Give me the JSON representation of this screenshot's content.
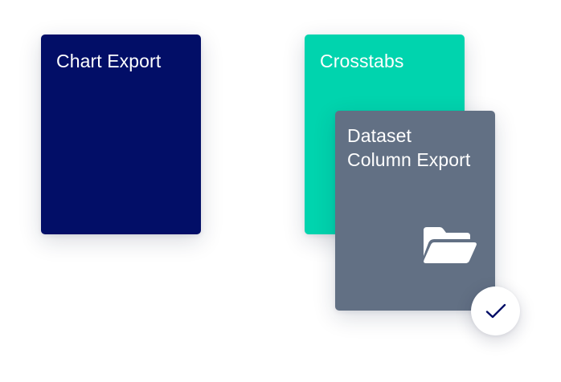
{
  "cards": [
    {
      "id": "chart-export",
      "title": "Chart Export",
      "color": "#020e67"
    },
    {
      "id": "crosstabs",
      "title": "Crosstabs",
      "color": "#00d4ae"
    },
    {
      "id": "dataset-column-export",
      "title_line1": "Dataset",
      "title_line2": "Column Export",
      "color": "#627084",
      "icon": "folder-open-icon"
    }
  ],
  "badge": {
    "icon": "checkmark-icon",
    "color": "#020e67",
    "background": "#ffffff"
  }
}
